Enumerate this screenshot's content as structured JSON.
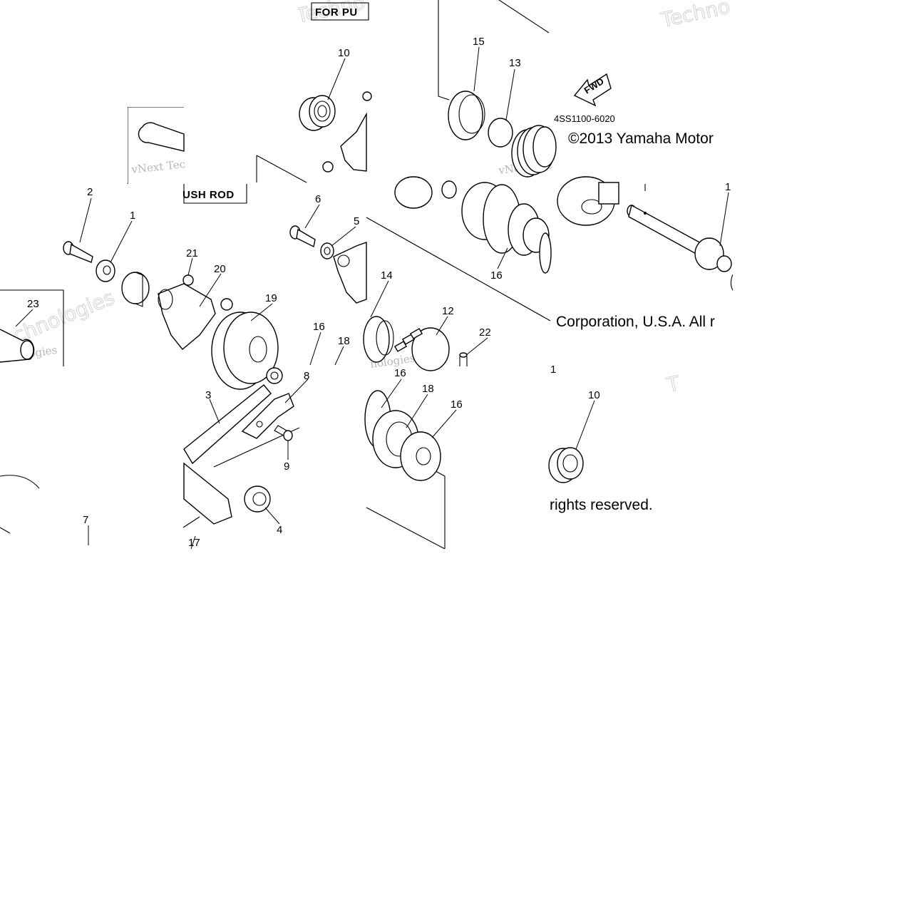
{
  "diagram": {
    "part_code": "4SS1100-6020",
    "fwd_label": "FWD",
    "box_labels": {
      "push_rod_top": "FOR PU",
      "push_rod_left": "USH ROD"
    },
    "copyright": {
      "line1": "©2013 Yamaha Motor",
      "line2": "Corporation, U.S.A. All r",
      "line3": "rights reserved."
    },
    "watermarks": {
      "vnext_a": "vNext Tec",
      "vnext_b": "vNext Tec",
      "technologies_a": "chnologies",
      "technologies_b": "Techno",
      "technologies_c": "Techno",
      "technologies_d": "T",
      "technologies_e": "T",
      "technologies_f": "nologies"
    },
    "callouts": [
      {
        "id": "c-1",
        "label": "1"
      },
      {
        "id": "c-2",
        "label": "2"
      },
      {
        "id": "c-3",
        "label": "3"
      },
      {
        "id": "c-4",
        "label": "4"
      },
      {
        "id": "c-5",
        "label": "5"
      },
      {
        "id": "c-6",
        "label": "6"
      },
      {
        "id": "c-7",
        "label": "7"
      },
      {
        "id": "c-8",
        "label": "8"
      },
      {
        "id": "c-9",
        "label": "9"
      },
      {
        "id": "c-10a",
        "label": "10"
      },
      {
        "id": "c-10b",
        "label": "10"
      },
      {
        "id": "c-11a",
        "label": "1"
      },
      {
        "id": "c-11b",
        "label": "1"
      },
      {
        "id": "c-12",
        "label": "12"
      },
      {
        "id": "c-13",
        "label": "13"
      },
      {
        "id": "c-14",
        "label": "14"
      },
      {
        "id": "c-15",
        "label": "15"
      },
      {
        "id": "c-16a",
        "label": "16"
      },
      {
        "id": "c-16b",
        "label": "16"
      },
      {
        "id": "c-16c",
        "label": "16"
      },
      {
        "id": "c-16d",
        "label": "16"
      },
      {
        "id": "c-17",
        "label": "17"
      },
      {
        "id": "c-18a",
        "label": "18"
      },
      {
        "id": "c-18b",
        "label": "18"
      },
      {
        "id": "c-19",
        "label": "19"
      },
      {
        "id": "c-20",
        "label": "20"
      },
      {
        "id": "c-21",
        "label": "21"
      },
      {
        "id": "c-22",
        "label": "22"
      },
      {
        "id": "c-23",
        "label": "23"
      }
    ]
  }
}
